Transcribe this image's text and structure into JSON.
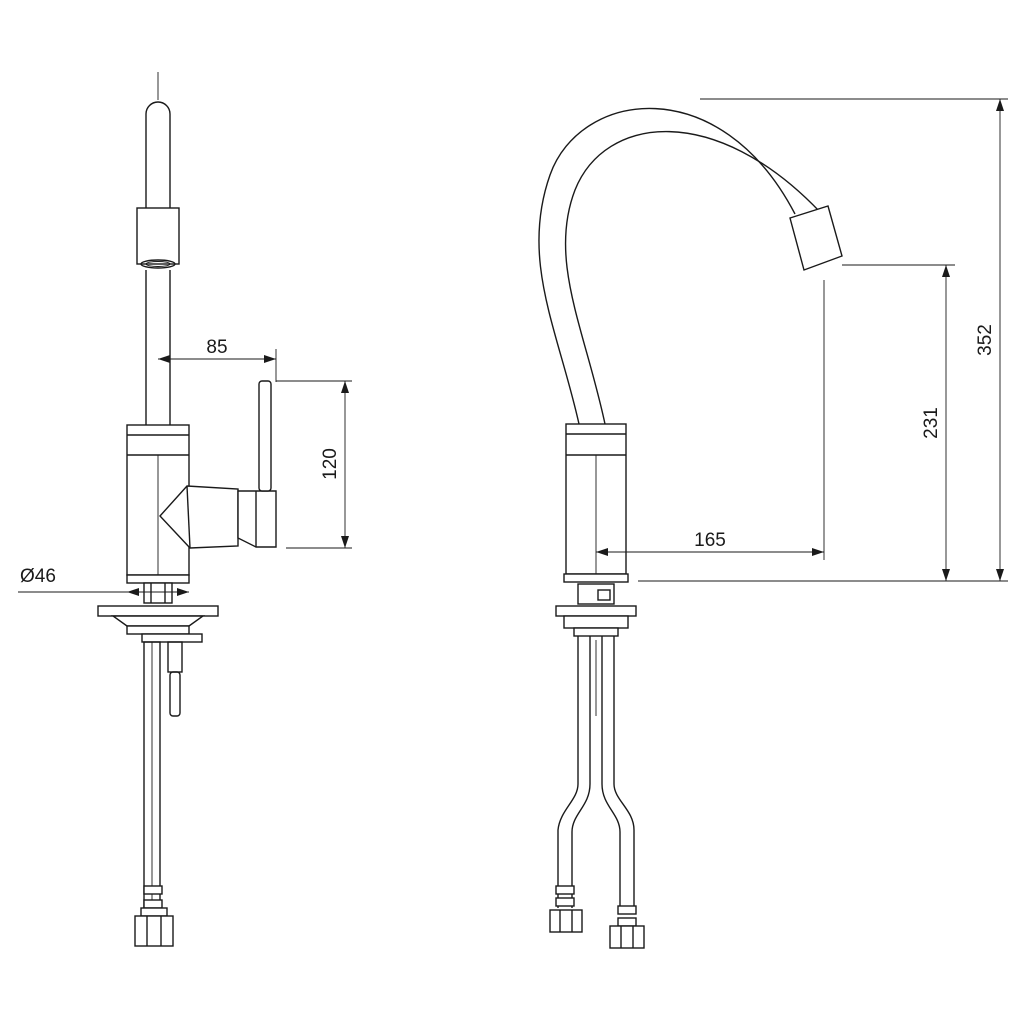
{
  "dimensions": {
    "side_handle_reach": "85",
    "side_handle_height": "120",
    "side_base_diameter": "Ø46",
    "front_spout_reach": "165",
    "front_spout_height": "231",
    "front_total_height": "352"
  }
}
